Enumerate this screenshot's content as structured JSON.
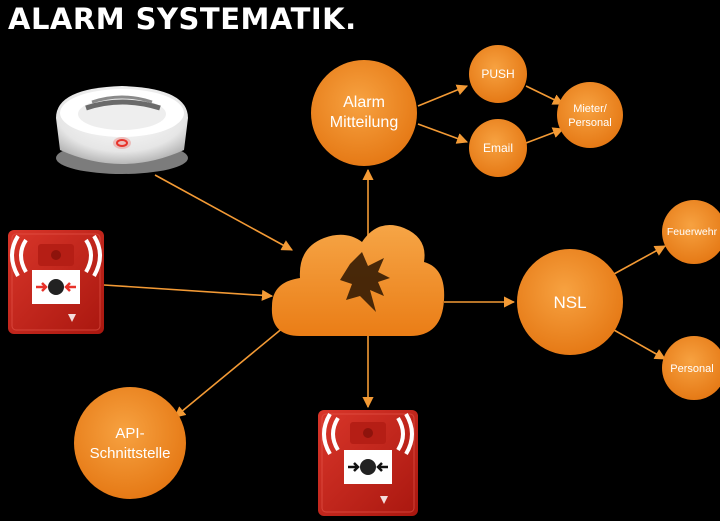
{
  "title": "ALARM SYSTEMATIK.",
  "colors": {
    "background": "#000000",
    "accent": "#f08c1e",
    "accent_dark": "#e2700f",
    "arrow": "#f39a35",
    "device_red": "#c8261c",
    "text": "#ffffff"
  },
  "nodes": {
    "alarm": [
      "Alarm",
      "Mitteilung"
    ],
    "push": [
      "PUSH"
    ],
    "email": [
      "Email"
    ],
    "mieter": [
      "Mieter/",
      "Personal"
    ],
    "nsl": [
      "NSL"
    ],
    "feuerwehr": [
      "Feuerwehr"
    ],
    "personal": [
      "Personal"
    ],
    "api": [
      "API-",
      "Schnittstelle"
    ]
  },
  "devices": {
    "smoke_detector": "smoke-detector",
    "call_point_left": "manual-call-point",
    "call_point_bottom": "manual-call-point",
    "cloud": "cloud-wolf-logo"
  }
}
